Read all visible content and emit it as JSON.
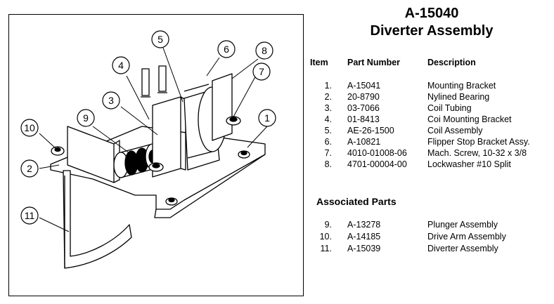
{
  "title": "A-15040",
  "subtitle": "Diverter Assembly",
  "table": {
    "headers": {
      "item": "Item",
      "part_number": "Part Number",
      "description": "Description"
    },
    "rows": [
      {
        "item": "1.",
        "part_number": "A-15041",
        "description": "Mounting Bracket"
      },
      {
        "item": "2.",
        "part_number": "20-8790",
        "description": "Nylined Bearing"
      },
      {
        "item": "3.",
        "part_number": "03-7066",
        "description": "Coil Tubing"
      },
      {
        "item": "4.",
        "part_number": "01-8413",
        "description": "Coi Mounting Bracket"
      },
      {
        "item": "5.",
        "part_number": "AE-26-1500",
        "description": "Coil Assembly"
      },
      {
        "item": "6.",
        "part_number": "A-10821",
        "description": "Flipper Stop Bracket Assy."
      },
      {
        "item": "7.",
        "part_number": "4010-01008-06",
        "description": "Mach. Screw, 10-32 x 3/8"
      },
      {
        "item": "8.",
        "part_number": "4701-00004-00",
        "description": "Lockwasher #10 Split"
      }
    ]
  },
  "associated": {
    "heading": "Associated Parts",
    "rows": [
      {
        "item": "9.",
        "part_number": "A-13278",
        "description": "Plunger Assembly"
      },
      {
        "item": "10.",
        "part_number": "A-14185",
        "description": "Drive Arm Assembly"
      },
      {
        "item": "11.",
        "part_number": "A-15039",
        "description": "Diverter Assembly"
      }
    ]
  },
  "callouts": [
    "1",
    "2",
    "3",
    "4",
    "5",
    "6",
    "7",
    "8",
    "9",
    "10",
    "11"
  ]
}
